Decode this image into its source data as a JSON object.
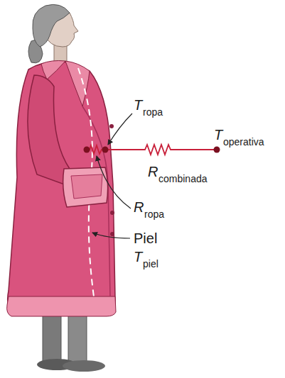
{
  "diagram": {
    "labels": [
      "T",
      "ropa",
      "T",
      "operativa",
      "R",
      "combinada",
      "R",
      "ropa",
      "Piel",
      "T",
      "piel"
    ]
  }
}
